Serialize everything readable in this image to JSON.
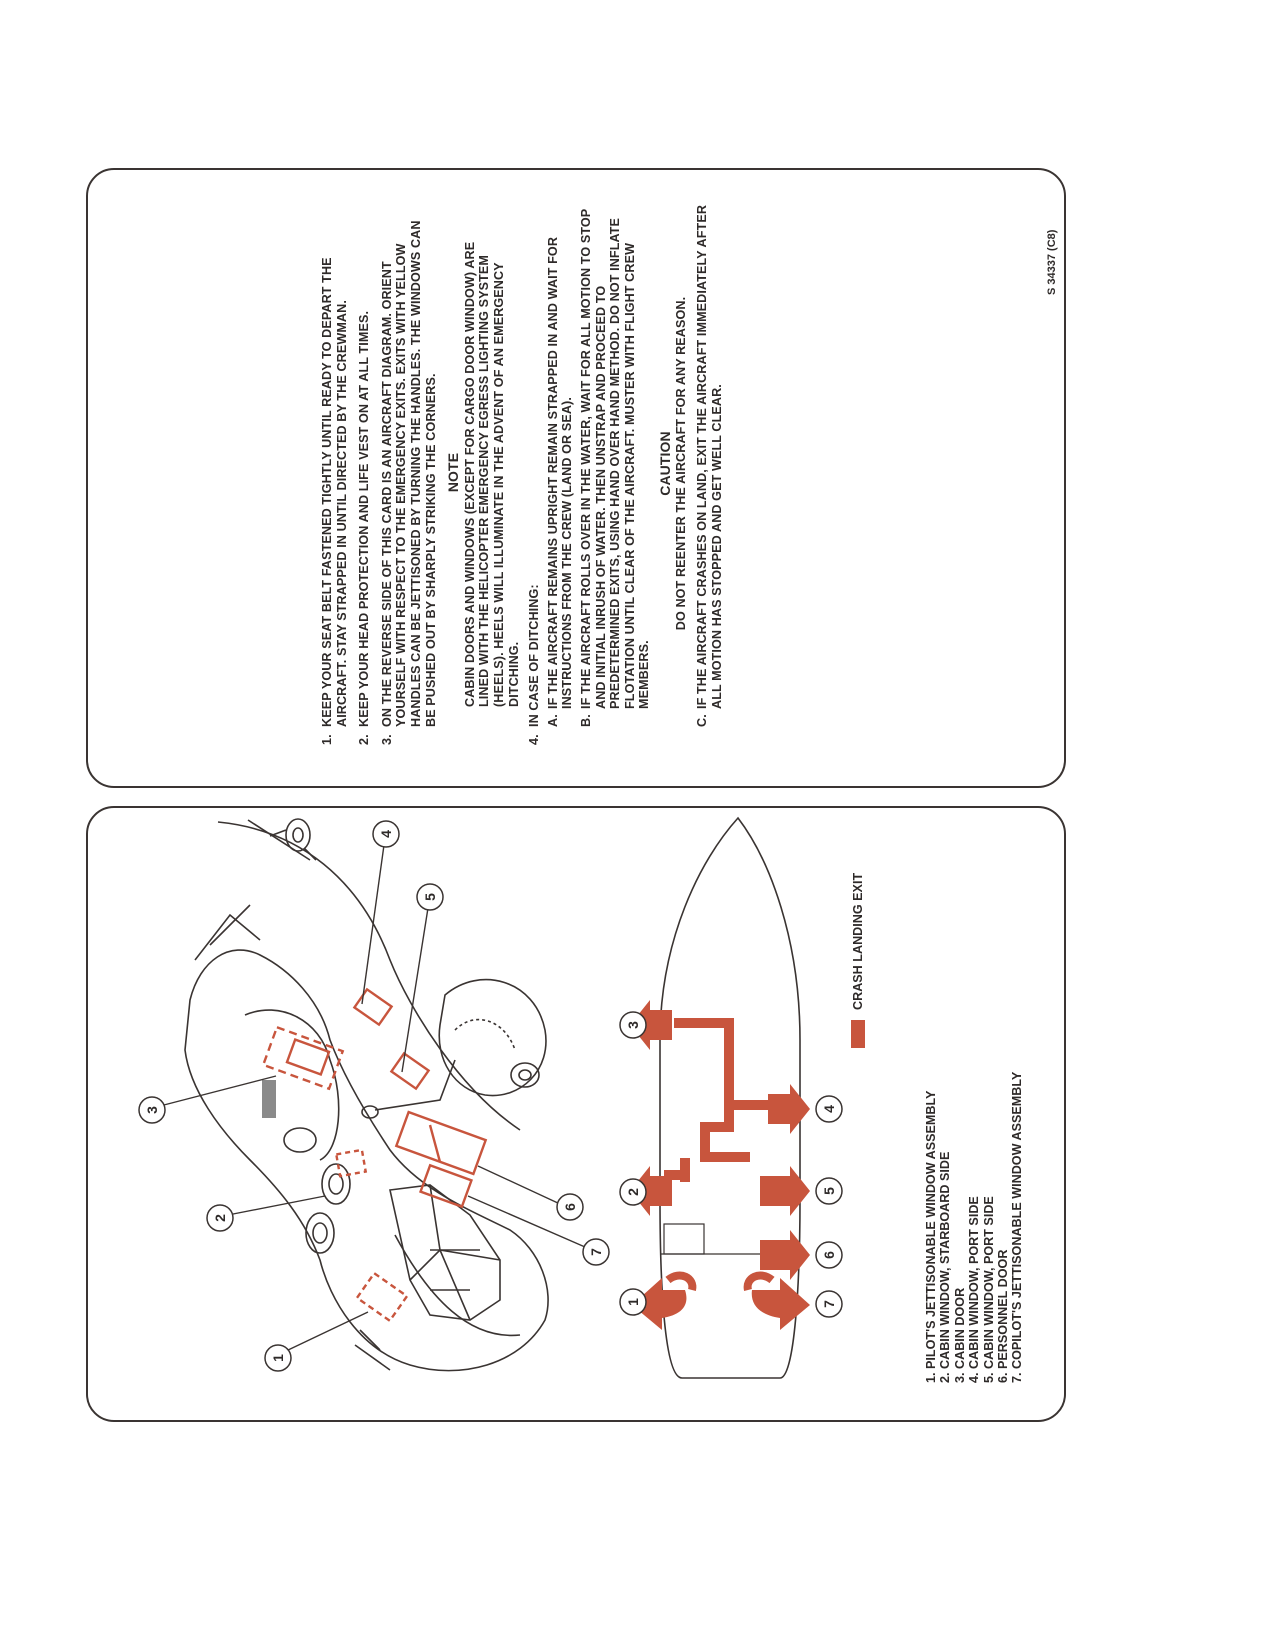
{
  "instructions": {
    "item1": {
      "num": "1.",
      "text": "KEEP YOUR SEAT BELT FASTENED TIGHTLY UNTIL READY TO DEPART THE AIRCRAFT. STAY STRAPPED IN UNTIL DIRECTED BY THE CREWMAN."
    },
    "item2": {
      "num": "2.",
      "text": "KEEP YOUR HEAD PROTECTION AND LIFE VEST ON AT ALL TIMES."
    },
    "item3": {
      "num": "3.",
      "text": "ON THE REVERSE SIDE OF THIS CARD IS AN AIRCRAFT DIAGRAM. ORIENT YOURSELF WITH RESPECT TO THE EMERGENCY EXITS. EXITS WITH YELLOW HANDLES CAN BE JETTISONED BY TURNING THE HANDLES. THE WINDOWS CAN BE PUSHED OUT BY SHARPLY STRIKING THE CORNERS."
    },
    "note_heading": "NOTE",
    "note_text": "CABIN DOORS AND WINDOWS (EXCEPT FOR CARGO DOOR WINDOW) ARE LINED WITH THE HELICOPTER EMERGENCY EGRESS LIGHTING SYSTEM (HEELS). HEELS WILL ILLUMINATE IN THE ADVENT OF AN EMERGENCY DITCHING.",
    "item4": {
      "num": "4.",
      "text": "IN CASE OF DITCHING:"
    },
    "sub_a": {
      "letter": "a.",
      "text": "IF THE AIRCRAFT REMAINS UPRIGHT REMAIN STRAPPED IN AND WAIT FOR INSTRUCTIONS FROM THE CREW (LAND OR SEA)."
    },
    "sub_b": {
      "letter": "b.",
      "text": "IF THE AIRCRAFT ROLLS OVER IN THE WATER, WAIT FOR ALL MOTION TO STOP AND INITIAL INRUSH OF WATER. THEN UNSTRAP AND PROCEED TO PREDETERMINED EXITS, USING HAND OVER HAND METHOD. DO NOT INFLATE FLOTATION UNTIL CLEAR OF THE AIRCRAFT. MUSTER WITH FLIGHT CREW MEMBERS."
    },
    "caution_heading": "CAUTION",
    "caution_text": "DO NOT REENTER THE AIRCRAFT FOR ANY REASON.",
    "sub_c": {
      "letter": "c.",
      "text": "IF THE AIRCRAFT CRASHES ON LAND, EXIT THE AIRCRAFT IMMEDIATELY AFTER ALL MOTION HAS STOPPED AND GET WELL CLEAR."
    },
    "code": "S 34337 (C8)"
  },
  "legend": {
    "items": [
      "1. PILOT'S JETTISONABLE WINDOW ASSEMBLY",
      "2. CABIN WINDOW, STARBOARD SIDE",
      "3. CABIN DOOR",
      "4. CABIN WINDOW, PORT SIDE",
      "5. CABIN WINDOW, PORT SIDE",
      "6. PERSONNEL DOOR",
      "7. COPILOT'S JETTISONABLE WINDOW ASSEMBLY"
    ],
    "crash_exit_label": "CRASH LANDING EXIT"
  },
  "callouts": [
    "1",
    "2",
    "3",
    "4",
    "5",
    "6",
    "7"
  ],
  "colors": {
    "exit": "#c8553d",
    "ink": "#2e2a29"
  }
}
